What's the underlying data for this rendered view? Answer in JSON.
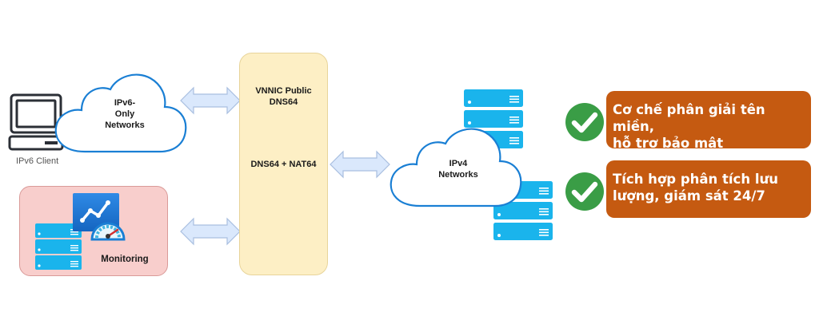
{
  "client": {
    "label": "IPv6 Client",
    "icon": "laptop-icon"
  },
  "ipv6_cloud": {
    "lines": [
      "IPv6-",
      "Only",
      "Networks"
    ]
  },
  "dns_box": {
    "title_lines": [
      "VNNIC Public",
      "DNS64"
    ],
    "subtitle": "DNS64 + NAT64"
  },
  "monitoring": {
    "label": "Monitoring",
    "icons": [
      "server-stack-icon",
      "chart-icon",
      "gauge-icon"
    ]
  },
  "ipv4_cloud": {
    "lines": [
      "IPv4",
      "Networks"
    ]
  },
  "features": [
    {
      "lines": [
        "Cơ chế phân giải tên miền,",
        "hỗ trợ bảo mật"
      ]
    },
    {
      "lines": [
        "Tích hợp phân tích lưu",
        "lượng, giám sát 24/7"
      ]
    }
  ],
  "colors": {
    "cloud_stroke": "#1a7fd4",
    "arrow_fill": "#dae8fc",
    "arrow_stroke": "#a9bfe0",
    "server": "#1ab4ec",
    "dns_box": "#fdefc5",
    "monitoring_box": "#f8cecc",
    "feature_box": "#c55a11",
    "check": "#3a9d46"
  }
}
